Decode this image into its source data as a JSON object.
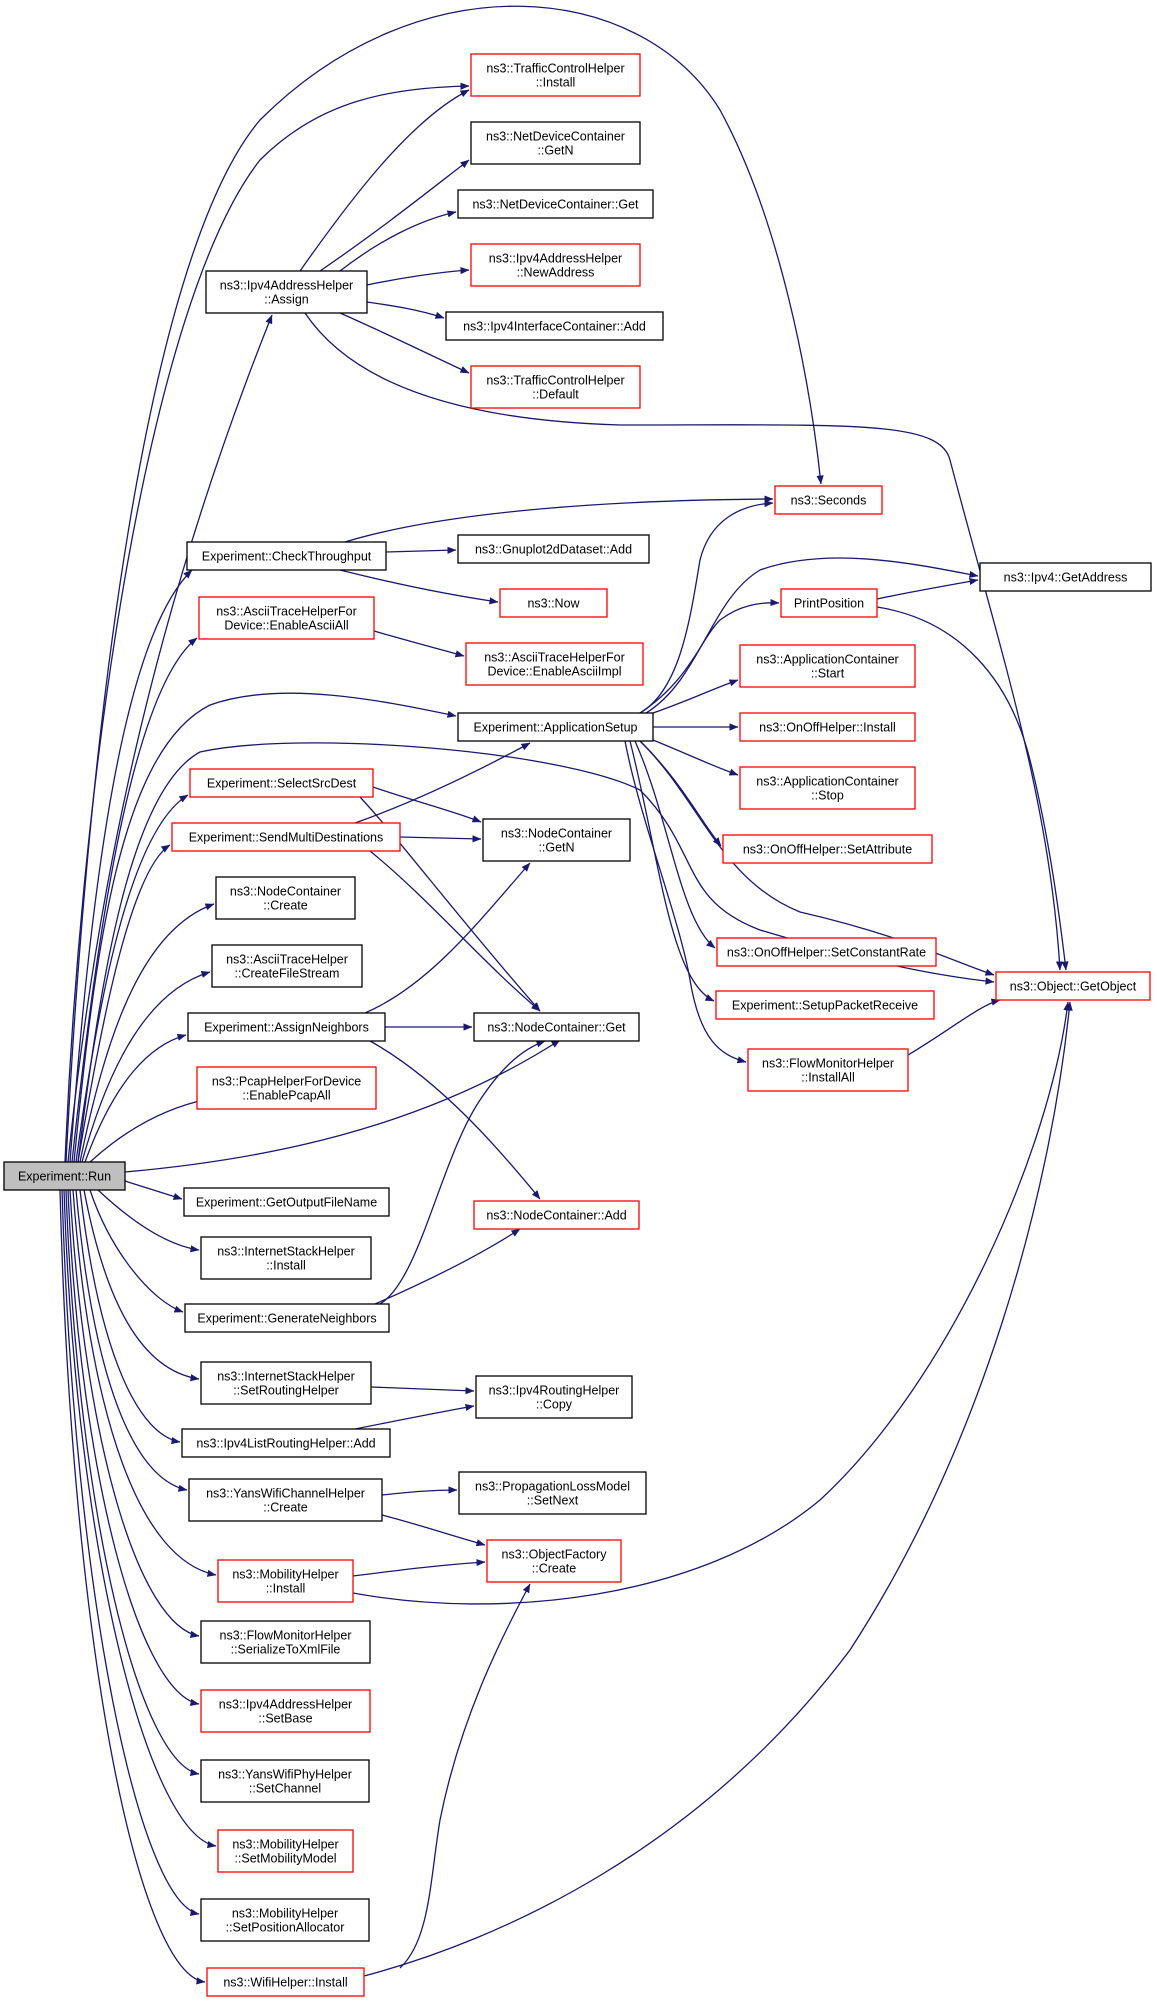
{
  "colors": {
    "edge": "#191970",
    "root_fill": "#bfbfbf",
    "border_normal": "#000000",
    "border_truncated": "#ff0000"
  },
  "nodes": [
    {
      "id": "run",
      "lines": [
        "Experiment::Run"
      ],
      "style": "root"
    },
    {
      "id": "tch_install",
      "lines": [
        "ns3::TrafficControlHelper",
        "::Install"
      ],
      "style": "red"
    },
    {
      "id": "ndc_getn",
      "lines": [
        "ns3::NetDeviceContainer",
        "::GetN"
      ],
      "style": "black"
    },
    {
      "id": "ndc_get",
      "lines": [
        "ns3::NetDeviceContainer::Get"
      ],
      "style": "black"
    },
    {
      "id": "ipv4ah_newaddr",
      "lines": [
        "ns3::Ipv4AddressHelper",
        "::NewAddress"
      ],
      "style": "red"
    },
    {
      "id": "ipv4ah_assign",
      "lines": [
        "ns3::Ipv4AddressHelper",
        "::Assign"
      ],
      "style": "black"
    },
    {
      "id": "ipv4ic_add",
      "lines": [
        "ns3::Ipv4InterfaceContainer::Add"
      ],
      "style": "black"
    },
    {
      "id": "tch_default",
      "lines": [
        "ns3::TrafficControlHelper",
        "::Default"
      ],
      "style": "red"
    },
    {
      "id": "seconds",
      "lines": [
        "ns3::Seconds"
      ],
      "style": "red"
    },
    {
      "id": "check_tp",
      "lines": [
        "Experiment::CheckThroughput"
      ],
      "style": "black"
    },
    {
      "id": "gnuplot_add",
      "lines": [
        "ns3::Gnuplot2dDataset::Add"
      ],
      "style": "black"
    },
    {
      "id": "ipv4_getaddr",
      "lines": [
        "ns3::Ipv4::GetAddress"
      ],
      "style": "black"
    },
    {
      "id": "now",
      "lines": [
        "ns3::Now"
      ],
      "style": "red"
    },
    {
      "id": "print_pos",
      "lines": [
        "PrintPosition"
      ],
      "style": "red"
    },
    {
      "id": "ascii_enableall",
      "lines": [
        "ns3::AsciiTraceHelperFor",
        "Device::EnableAsciiAll"
      ],
      "style": "red"
    },
    {
      "id": "ascii_impl",
      "lines": [
        "ns3::AsciiTraceHelperFor",
        "Device::EnableAsciiImpl"
      ],
      "style": "red"
    },
    {
      "id": "appc_start",
      "lines": [
        "ns3::ApplicationContainer",
        "::Start"
      ],
      "style": "red"
    },
    {
      "id": "app_setup",
      "lines": [
        "Experiment::ApplicationSetup"
      ],
      "style": "black"
    },
    {
      "id": "onoff_install",
      "lines": [
        "ns3::OnOffHelper::Install"
      ],
      "style": "red"
    },
    {
      "id": "select_src",
      "lines": [
        "Experiment::SelectSrcDest"
      ],
      "style": "red"
    },
    {
      "id": "appc_stop",
      "lines": [
        "ns3::ApplicationContainer",
        "::Stop"
      ],
      "style": "red"
    },
    {
      "id": "send_multi",
      "lines": [
        "Experiment::SendMultiDestinations"
      ],
      "style": "red"
    },
    {
      "id": "nc_getn",
      "lines": [
        "ns3::NodeContainer",
        "::GetN"
      ],
      "style": "black"
    },
    {
      "id": "onoff_setattr",
      "lines": [
        "ns3::OnOffHelper::SetAttribute"
      ],
      "style": "red"
    },
    {
      "id": "nc_create",
      "lines": [
        "ns3::NodeContainer",
        "::Create"
      ],
      "style": "black"
    },
    {
      "id": "onoff_setrate",
      "lines": [
        "ns3::OnOffHelper::SetConstantRate"
      ],
      "style": "red"
    },
    {
      "id": "ascii_createfs",
      "lines": [
        "ns3::AsciiTraceHelper",
        "::CreateFileStream"
      ],
      "style": "black"
    },
    {
      "id": "obj_getobject",
      "lines": [
        "ns3::Object::GetObject"
      ],
      "style": "red"
    },
    {
      "id": "setup_rx",
      "lines": [
        "Experiment::SetupPacketReceive"
      ],
      "style": "red"
    },
    {
      "id": "assign_nb",
      "lines": [
        "Experiment::AssignNeighbors"
      ],
      "style": "black"
    },
    {
      "id": "nc_get",
      "lines": [
        "ns3::NodeContainer::Get"
      ],
      "style": "black"
    },
    {
      "id": "fmh_installall",
      "lines": [
        "ns3::FlowMonitorHelper",
        "::InstallAll"
      ],
      "style": "red"
    },
    {
      "id": "pcap_enableall",
      "lines": [
        "ns3::PcapHelperForDevice",
        "::EnablePcapAll"
      ],
      "style": "red"
    },
    {
      "id": "get_outname",
      "lines": [
        "Experiment::GetOutputFileName"
      ],
      "style": "black"
    },
    {
      "id": "nc_add",
      "lines": [
        "ns3::NodeContainer::Add"
      ],
      "style": "red"
    },
    {
      "id": "ish_install",
      "lines": [
        "ns3::InternetStackHelper",
        "::Install"
      ],
      "style": "black"
    },
    {
      "id": "gen_nb",
      "lines": [
        "Experiment::GenerateNeighbors"
      ],
      "style": "black"
    },
    {
      "id": "ish_setrouting",
      "lines": [
        "ns3::InternetStackHelper",
        "::SetRoutingHelper"
      ],
      "style": "black"
    },
    {
      "id": "ipv4rh_copy",
      "lines": [
        "ns3::Ipv4RoutingHelper",
        "::Copy"
      ],
      "style": "black"
    },
    {
      "id": "ipv4lrh_add",
      "lines": [
        "ns3::Ipv4ListRoutingHelper::Add"
      ],
      "style": "black"
    },
    {
      "id": "ywch_create",
      "lines": [
        "ns3::YansWifiChannelHelper",
        "::Create"
      ],
      "style": "black"
    },
    {
      "id": "plm_setnext",
      "lines": [
        "ns3::PropagationLossModel",
        "::SetNext"
      ],
      "style": "black"
    },
    {
      "id": "mh_install",
      "lines": [
        "ns3::MobilityHelper",
        "::Install"
      ],
      "style": "red"
    },
    {
      "id": "of_create",
      "lines": [
        "ns3::ObjectFactory",
        "::Create"
      ],
      "style": "red"
    },
    {
      "id": "fmh_serialize",
      "lines": [
        "ns3::FlowMonitorHelper",
        "::SerializeToXmlFile"
      ],
      "style": "black"
    },
    {
      "id": "ipv4ah_setbase",
      "lines": [
        "ns3::Ipv4AddressHelper",
        "::SetBase"
      ],
      "style": "red"
    },
    {
      "id": "ywph_setchannel",
      "lines": [
        "ns3::YansWifiPhyHelper",
        "::SetChannel"
      ],
      "style": "black"
    },
    {
      "id": "mh_setmobility",
      "lines": [
        "ns3::MobilityHelper",
        "::SetMobilityModel"
      ],
      "style": "red"
    },
    {
      "id": "mh_setposalloc",
      "lines": [
        "ns3::MobilityHelper",
        "::SetPositionAllocator"
      ],
      "style": "black"
    },
    {
      "id": "wifih_install",
      "lines": [
        "ns3::WifiHelper::Install"
      ],
      "style": "red"
    }
  ]
}
